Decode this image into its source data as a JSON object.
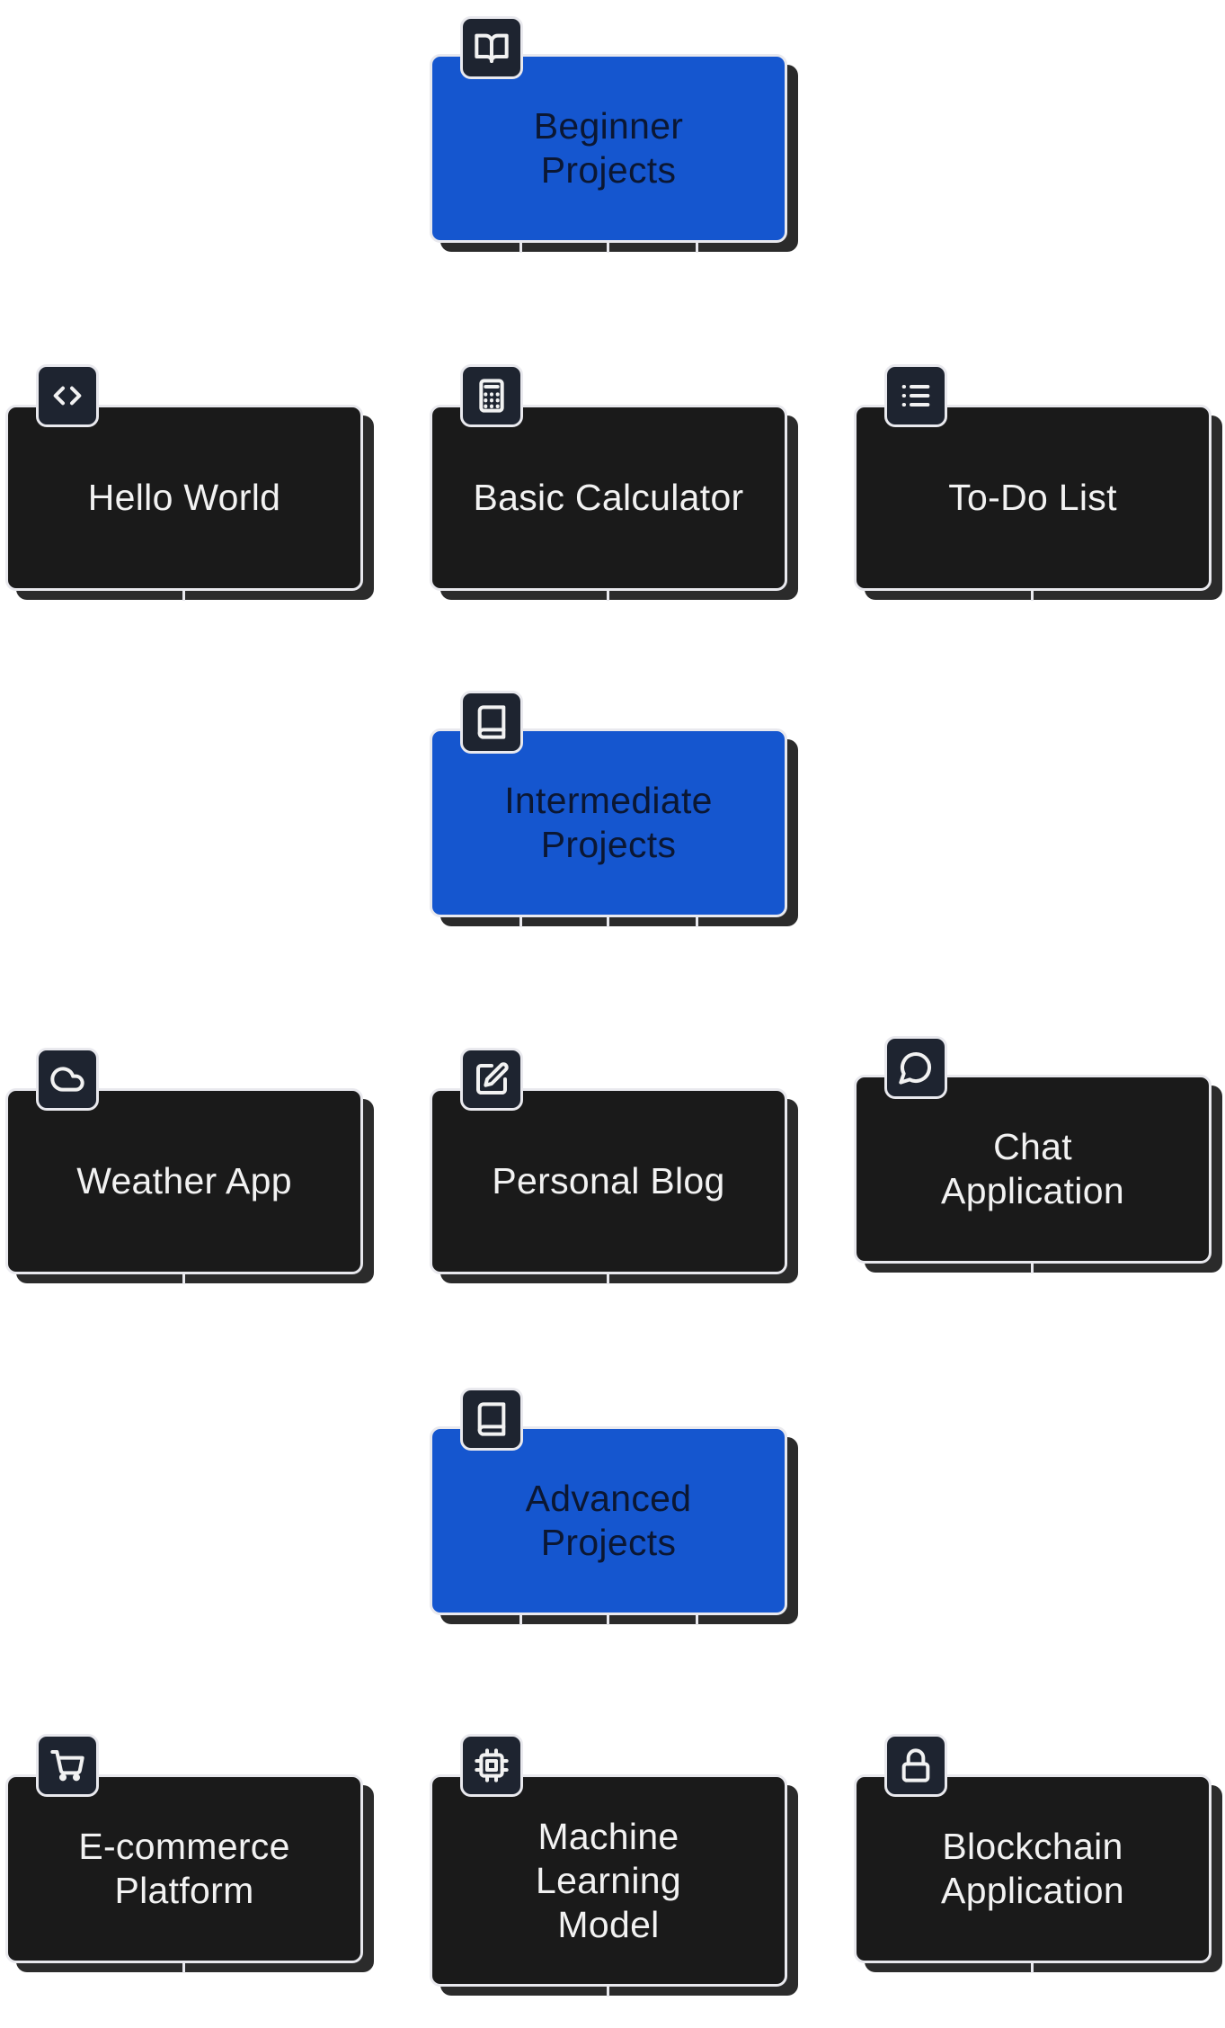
{
  "nodes": {
    "beginner": {
      "label": "Beginner\nProjects",
      "icon": "book-open-icon"
    },
    "hello": {
      "label": "Hello World",
      "icon": "code-icon"
    },
    "calculator": {
      "label": "Basic Calculator",
      "icon": "calculator-icon"
    },
    "todo": {
      "label": "To-Do List",
      "icon": "list-icon"
    },
    "intermediate": {
      "label": "Intermediate\nProjects",
      "icon": "book-icon"
    },
    "weather": {
      "label": "Weather App",
      "icon": "cloud-icon"
    },
    "blog": {
      "label": "Personal Blog",
      "icon": "edit-icon"
    },
    "chat": {
      "label": "Chat\nApplication",
      "icon": "message-icon"
    },
    "advanced": {
      "label": "Advanced\nProjects",
      "icon": "book-icon"
    },
    "ecommerce": {
      "label": "E-commerce\nPlatform",
      "icon": "shopping-cart-icon"
    },
    "ml": {
      "label": "Machine\nLearning\nModel",
      "icon": "cpu-icon"
    },
    "blockchain": {
      "label": "Blockchain\nApplication",
      "icon": "lock-icon"
    }
  },
  "colors": {
    "category": "#1556cf",
    "project": "#1a1a1a",
    "badge": "#1e2430",
    "border": "#e9e9ee"
  }
}
